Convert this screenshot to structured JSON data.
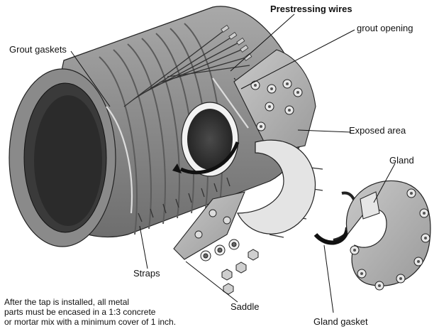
{
  "labels": {
    "prestressing_wires": "Prestressing wires",
    "grout_opening": "grout opening",
    "grout_gaskets": "Grout gaskets",
    "exposed_area": "Exposed area",
    "gland": "Gland",
    "straps": "Straps",
    "saddle": "Saddle",
    "gland_gasket": "Gland gasket"
  },
  "note_lines": [
    "After the tap is installed, all metal",
    "parts must be encased in a 1:3 concrete",
    "or mortar mix with a minimum cover of 1 inch."
  ]
}
